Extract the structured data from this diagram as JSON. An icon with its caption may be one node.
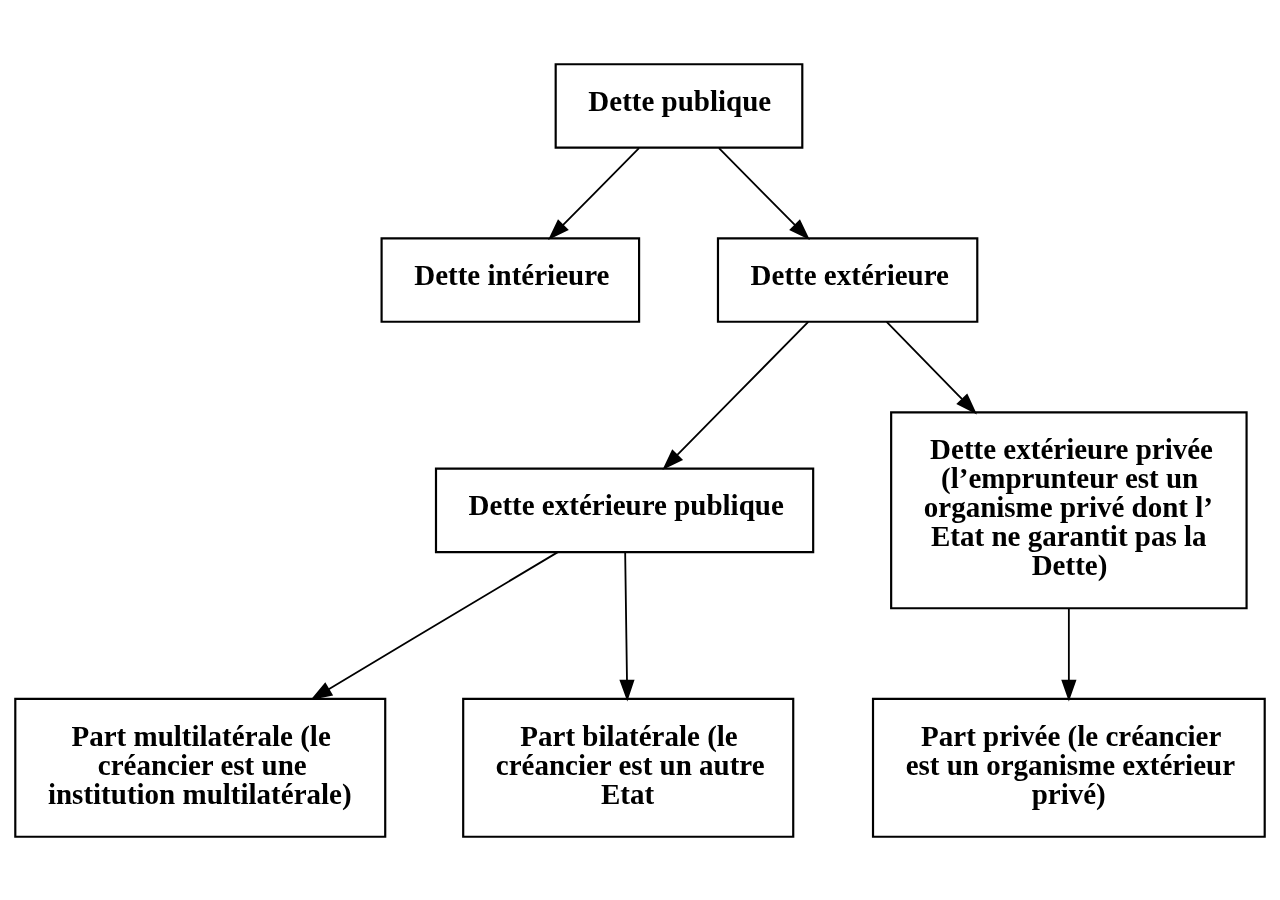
{
  "diagram": {
    "nodes": [
      {
        "text": [
          "Dette publique"
        ]
      },
      {
        "text": [
          "Dette intérieure"
        ]
      },
      {
        "text": [
          "Dette extérieure"
        ]
      },
      {
        "text": [
          "Dette extérieure publique"
        ]
      },
      {
        "text": [
          "Dette extérieure privée (l’emprunteur est un organisme privé dont l’ Etat ne garantit pas la Dette)"
        ]
      },
      {
        "text": [
          "Part multilatérale (le créancier est une institution multilatérale)"
        ]
      },
      {
        "text": [
          "Part bilatérale (le créancier est un autre Etat"
        ]
      },
      {
        "text": [
          "Part privée (le créancier est un organisme extérieur privé)"
        ]
      }
    ],
    "edges": [
      {
        "from": 0,
        "to": 1,
        "arrow": "to"
      },
      {
        "from": 0,
        "to": 2,
        "arrow": "to"
      },
      {
        "from": 2,
        "to": 3,
        "arrow": "to"
      },
      {
        "from": 2,
        "to": 4,
        "arrow": "to"
      },
      {
        "from": 3,
        "to": 5,
        "arrow": "to"
      },
      {
        "from": 3,
        "to": 6,
        "arrow": "to"
      },
      {
        "from": 4,
        "to": 7,
        "arrow": "to"
      }
    ]
  }
}
